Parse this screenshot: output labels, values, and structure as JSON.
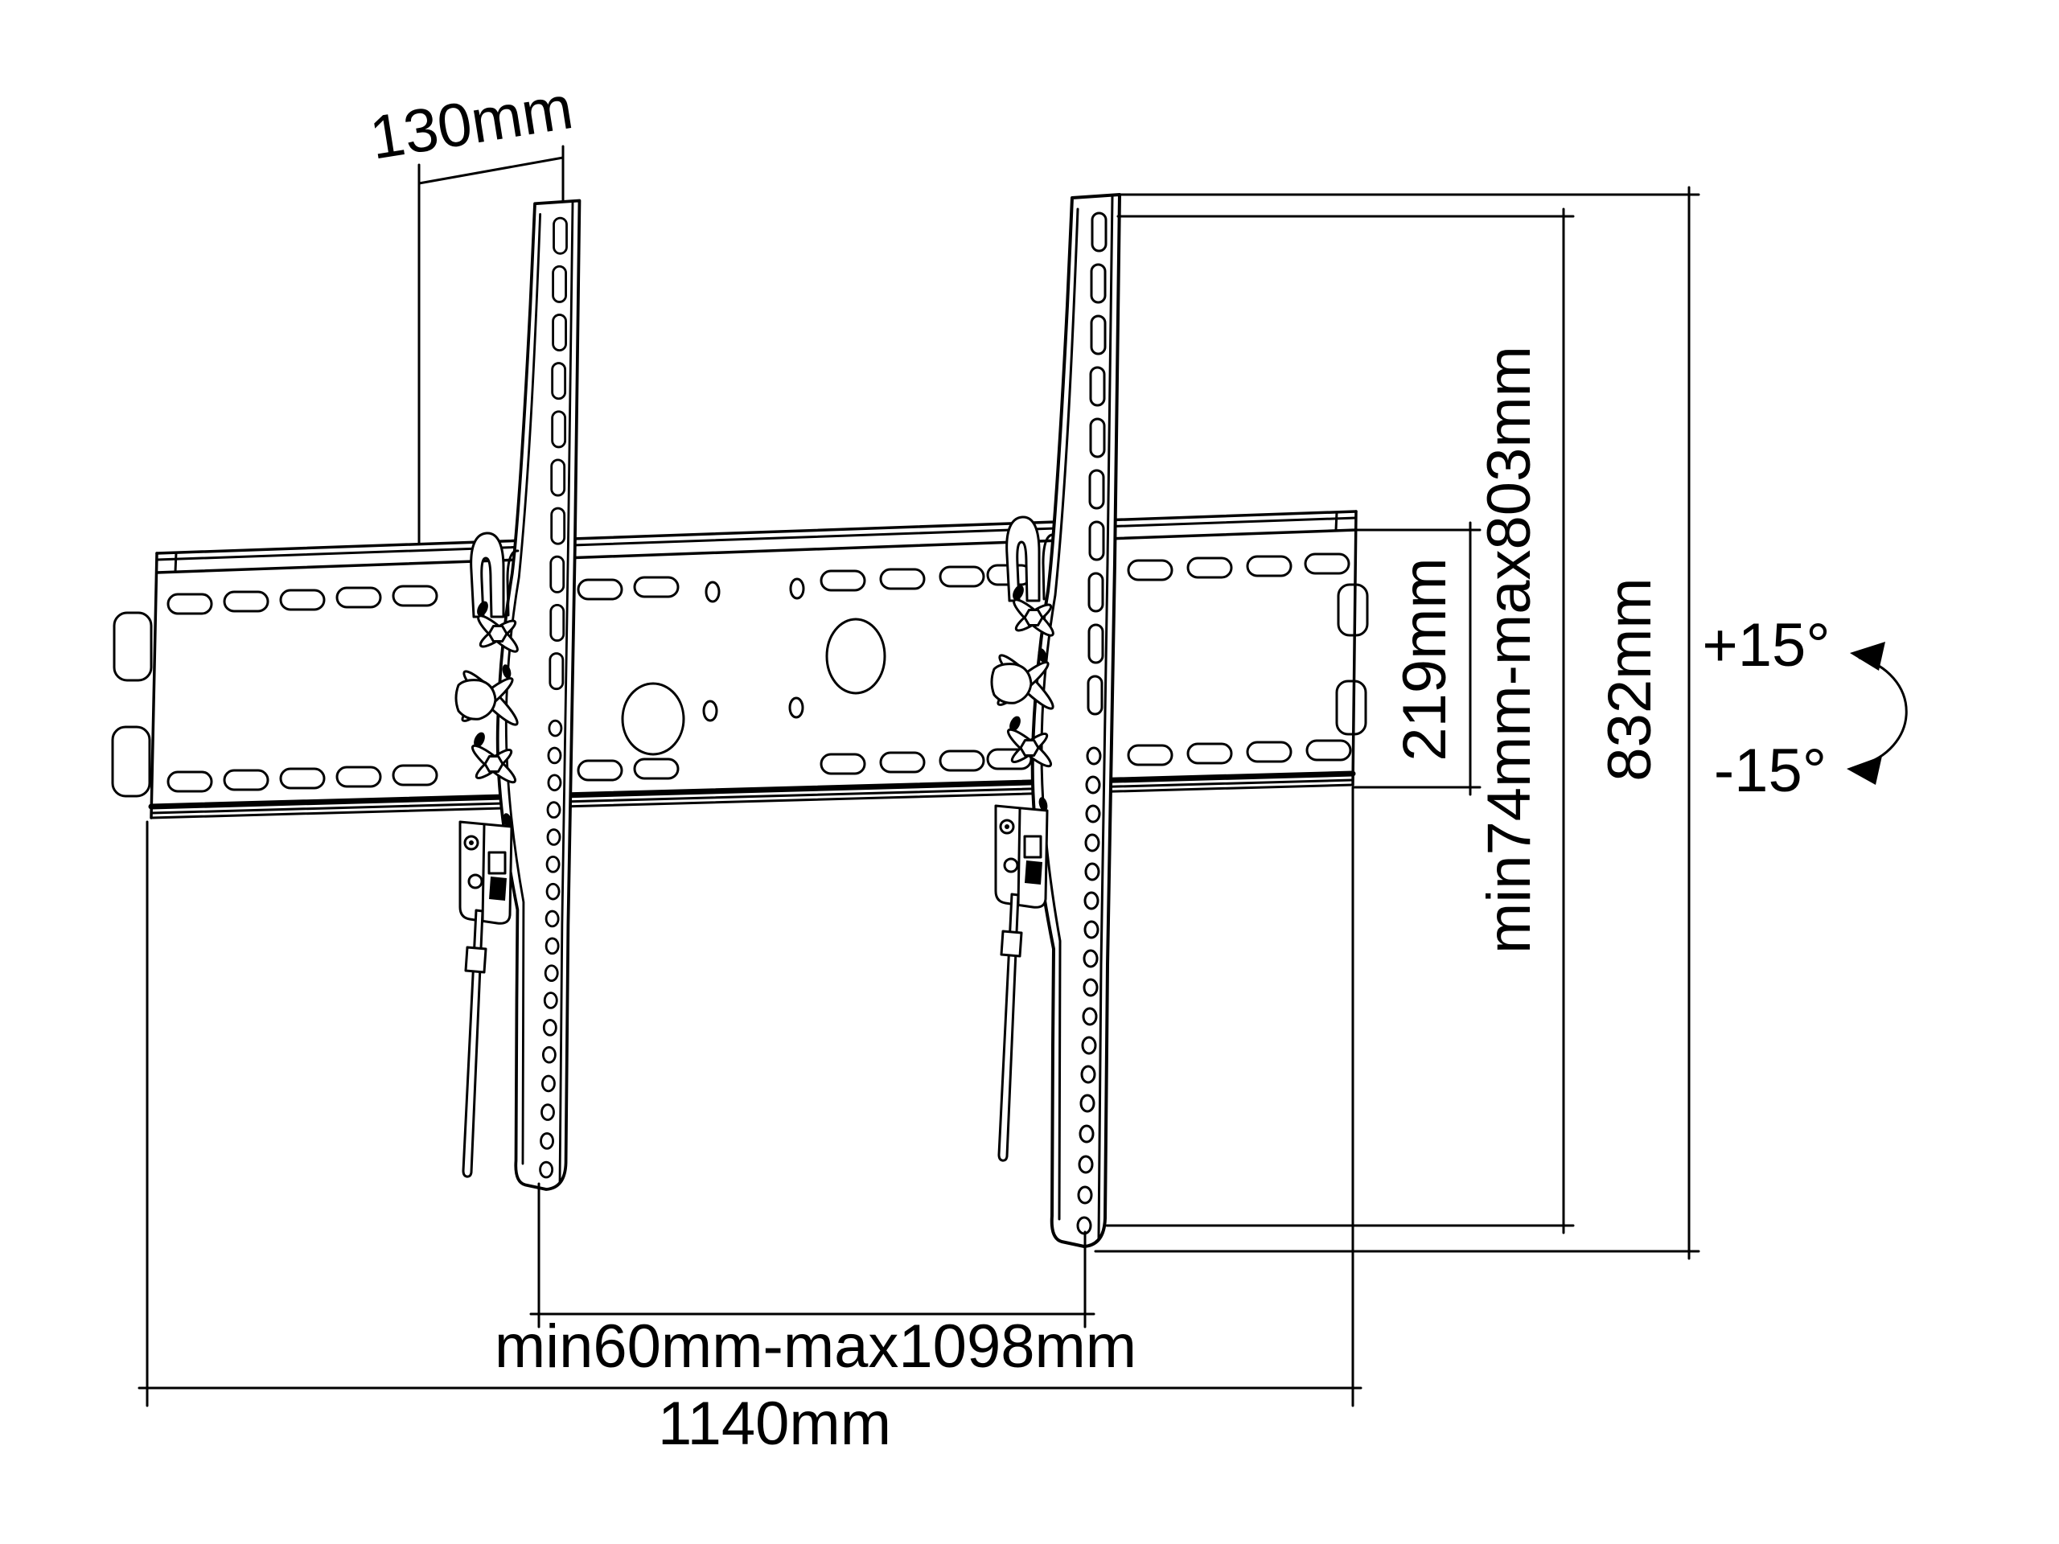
{
  "colors": {
    "ink": "#000000",
    "background": "#ffffff"
  },
  "labels": {
    "bracket_offset_top": "130mm",
    "plate_height_right": "219mm",
    "mount_hole_range": "min74mm-max803mm",
    "bracket_total_height": "832mm",
    "bracket_spacing_range": "min60mm-max1098mm",
    "plate_total_width": "1140mm",
    "tilt_up": "+15°",
    "tilt_down": "-15°"
  }
}
